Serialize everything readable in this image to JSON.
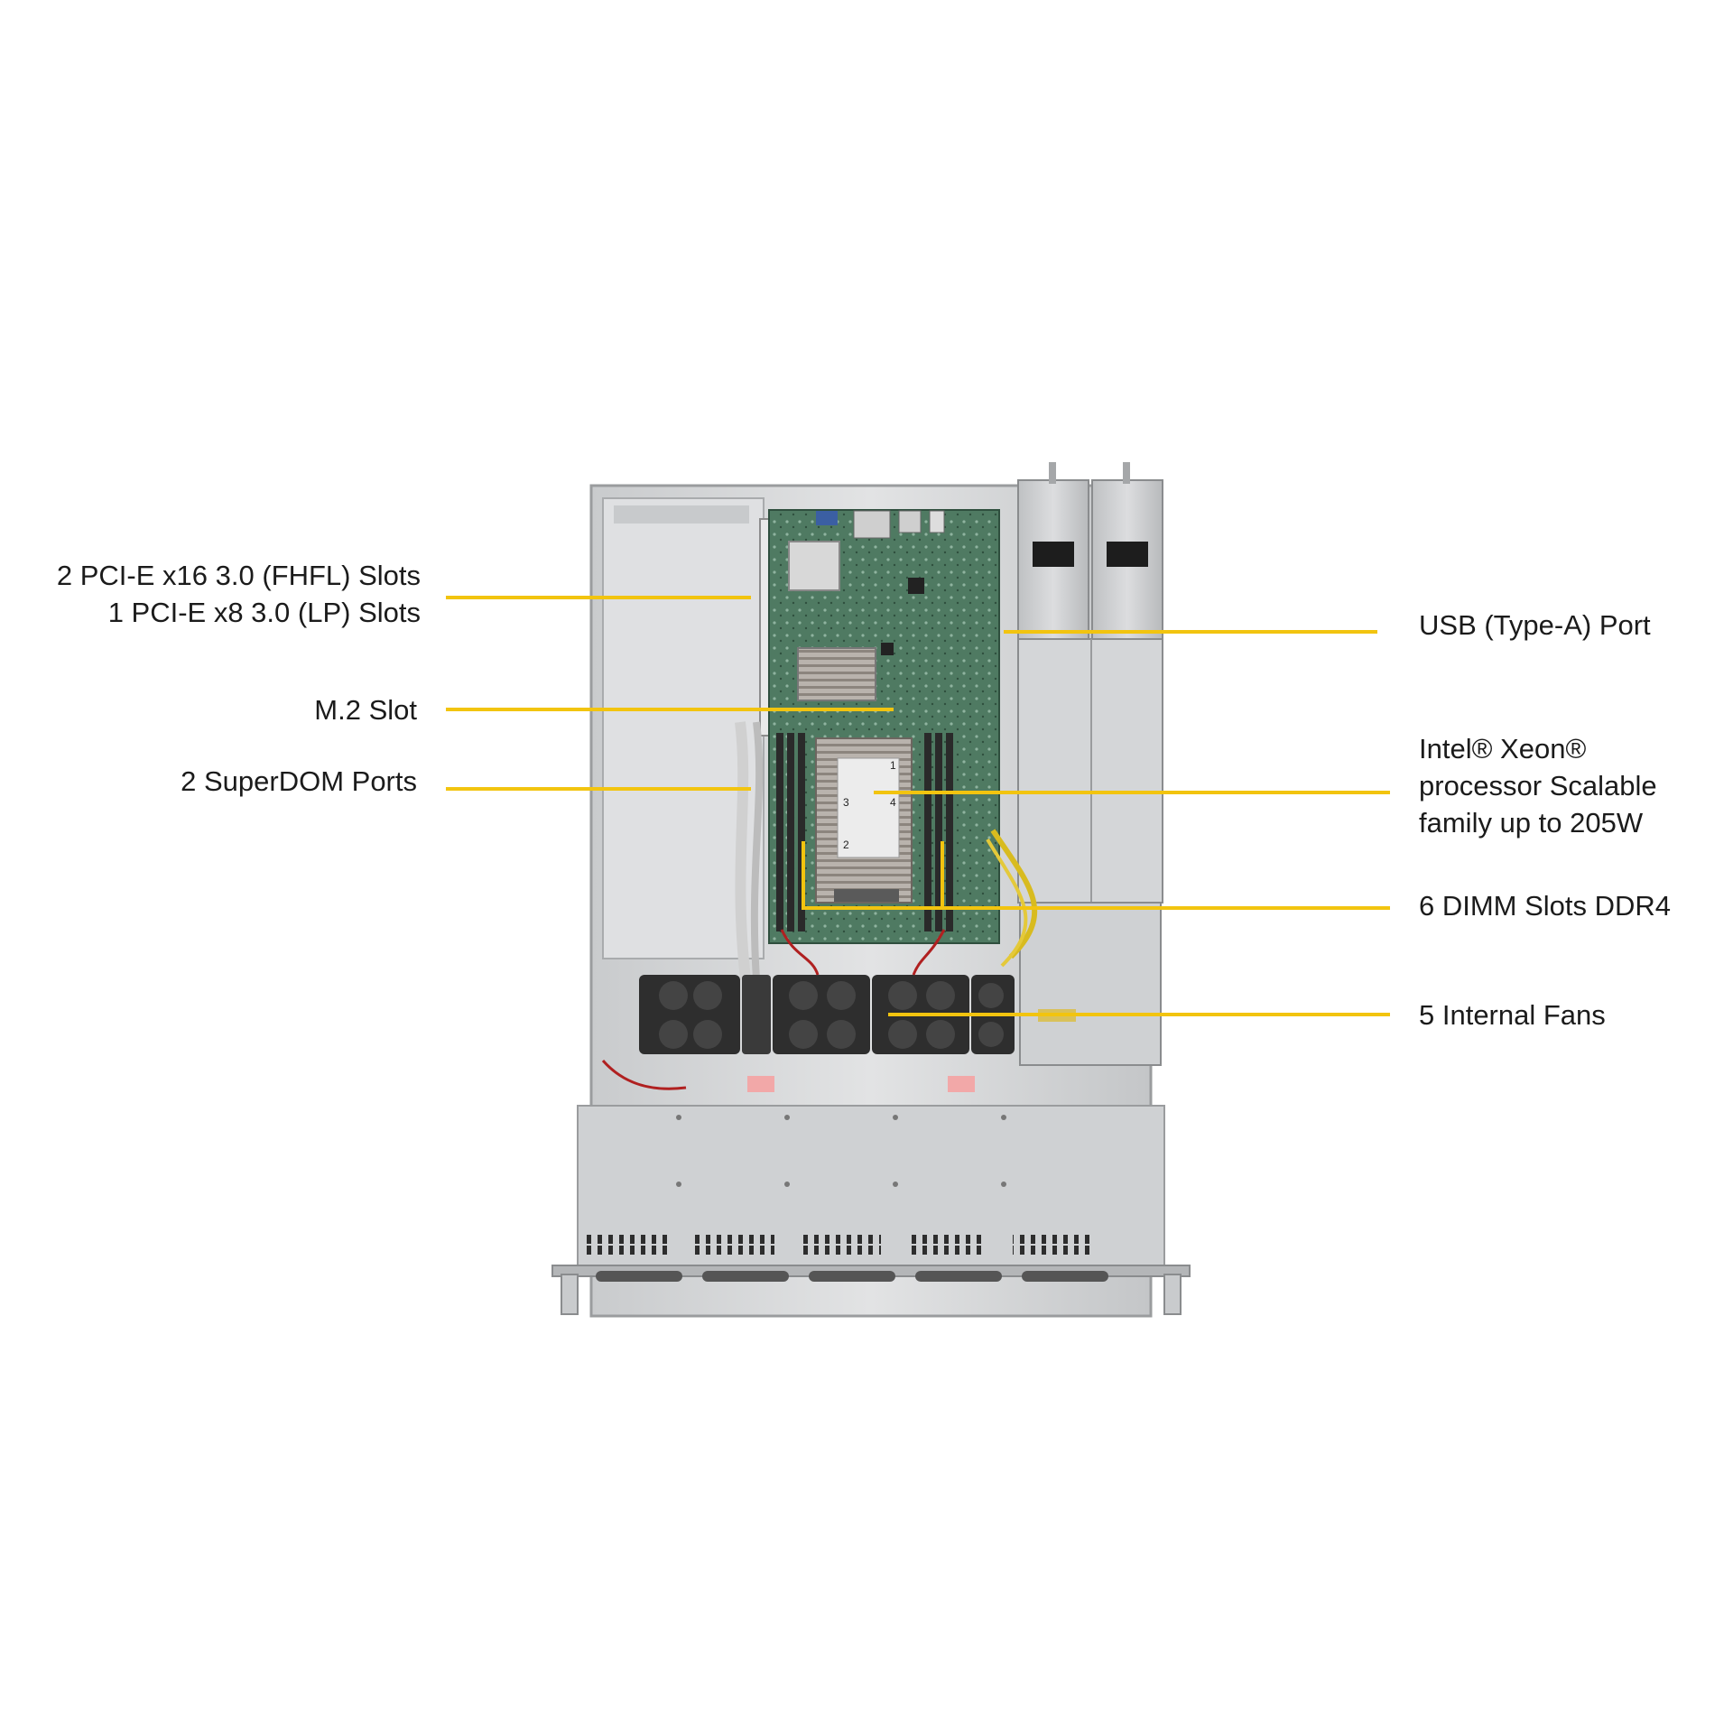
{
  "colors": {
    "callout_line": "#f2c40f",
    "label_text": "#1b1b1b",
    "chassis": "#d7d9db",
    "board": "#4f7a62"
  },
  "labels": {
    "pcie_line1": "2 PCI-E x16 3.0 (FHFL) Slots",
    "pcie_line2": "1 PCI-E x8 3.0 (LP) Slots",
    "m2_slot": "M.2 Slot",
    "superdom": "2 SuperDOM Ports",
    "usb_port": "USB (Type-A) Port",
    "cpu_line1": "Intel® Xeon®",
    "cpu_line2": "processor Scalable",
    "cpu_line3": "family up to 205W",
    "dimm": "6 DIMM Slots DDR4",
    "fans": "5 Internal Fans"
  },
  "cpu_marks": [
    "1",
    "4",
    "3",
    "2"
  ]
}
